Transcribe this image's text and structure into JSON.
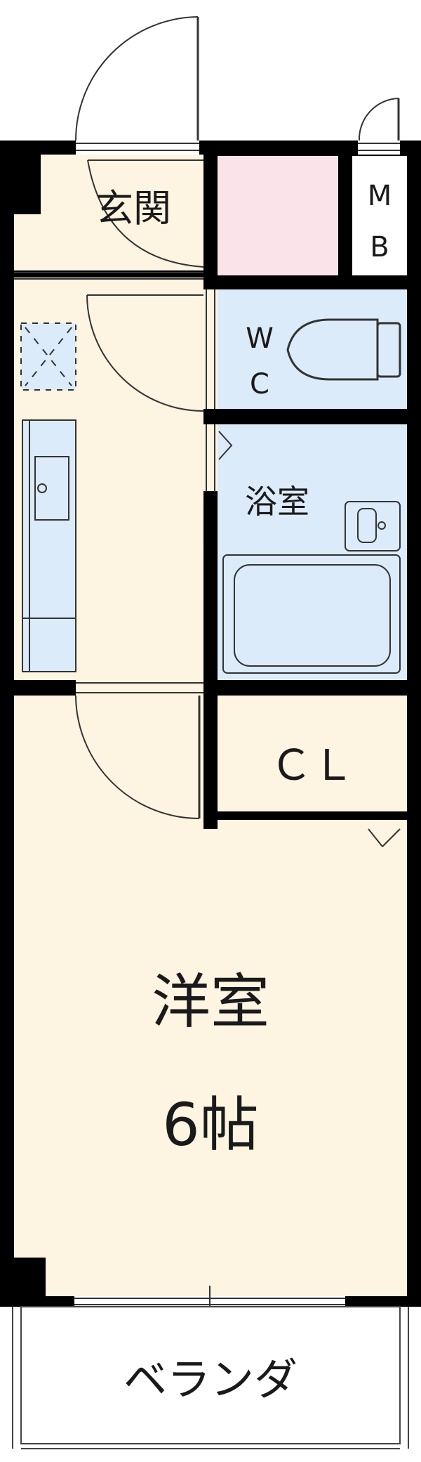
{
  "rooms": {
    "entrance": {
      "label": "玄関"
    },
    "mb": {
      "line1": "M",
      "line2": "B"
    },
    "wc": {
      "line1": "W",
      "line2": "C"
    },
    "bath": {
      "label": "浴室"
    },
    "closet": {
      "label": "ＣＬ"
    },
    "western": {
      "label": "洋室",
      "size": "6帖"
    },
    "veranda": {
      "label": "ベランダ"
    }
  },
  "colors": {
    "wall": "#000000",
    "living_floor": "#fdf4e1",
    "wet_area": "#dcebfa",
    "storage": "#fbe3ea",
    "mb_room": "#ffffff"
  }
}
